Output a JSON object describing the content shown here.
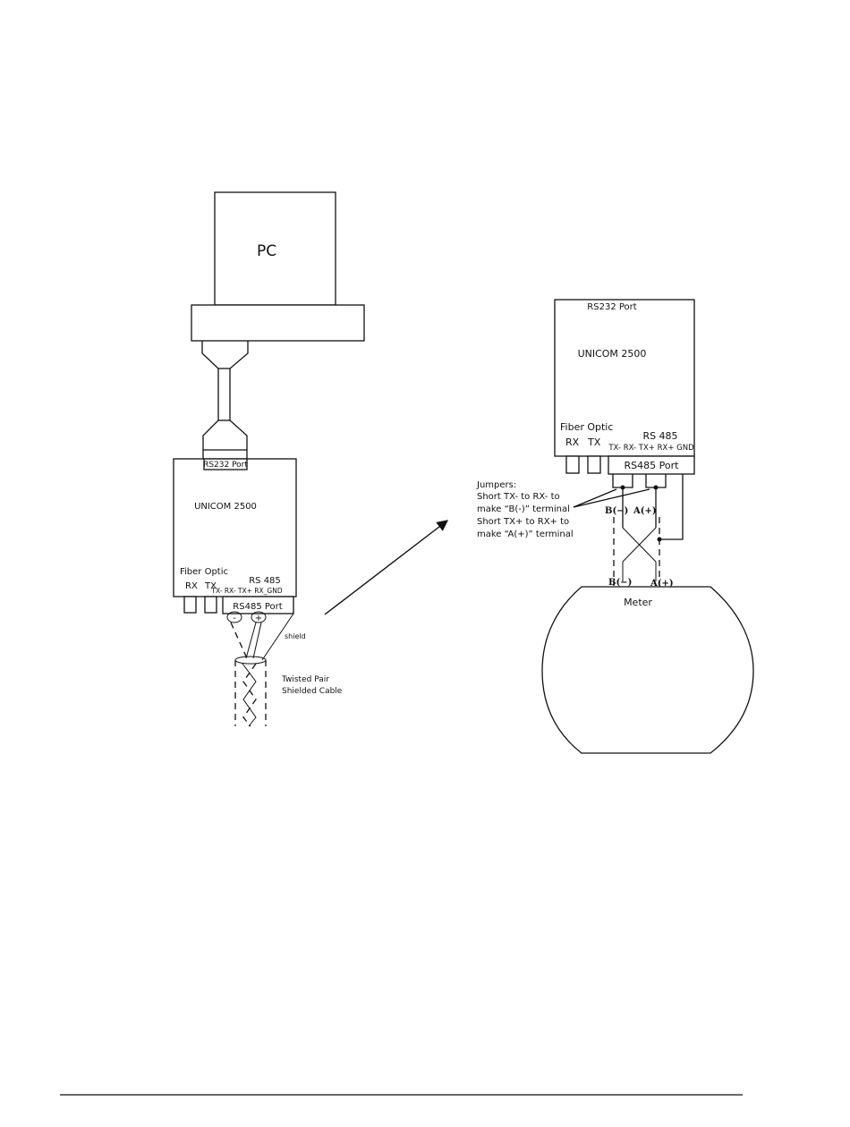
{
  "pc": {
    "label": "PC"
  },
  "left_converter": {
    "top_port": "RS232 Port",
    "name": "UNICOM 2500",
    "fiber_label": "Fiber Optic",
    "rx": "RX",
    "tx": "TX",
    "rs485": "RS 485",
    "terminals": "TX- RX- TX+ RX_GND",
    "bottom_port": "RS485 Port",
    "minus": "-",
    "plus": "+"
  },
  "cable": {
    "shield": "shield",
    "label_line1": "Twisted Pair",
    "label_line2": "Shielded Cable"
  },
  "right_converter": {
    "top_port": "RS232 Port",
    "name": "UNICOM 2500",
    "fiber_label": "Fiber Optic",
    "rx": "RX",
    "tx": "TX",
    "rs485": "RS 485",
    "terminals": "TX- RX- TX+ RX+ GND",
    "bottom_port": "RS485 Port"
  },
  "jumpers": {
    "line1": "Jumpers:",
    "line2": "Short TX- to RX- to",
    "line3": "make “B(-)” terminal",
    "line4": "Short TX+ to RX+ to",
    "line5": "make “A(+)” terminal"
  },
  "terminal_labels": {
    "b_upper": "B(−)",
    "a_upper": "A(+)",
    "b_lower": "B(−)",
    "a_lower": "A(+)"
  },
  "meter": {
    "label": "Meter"
  }
}
